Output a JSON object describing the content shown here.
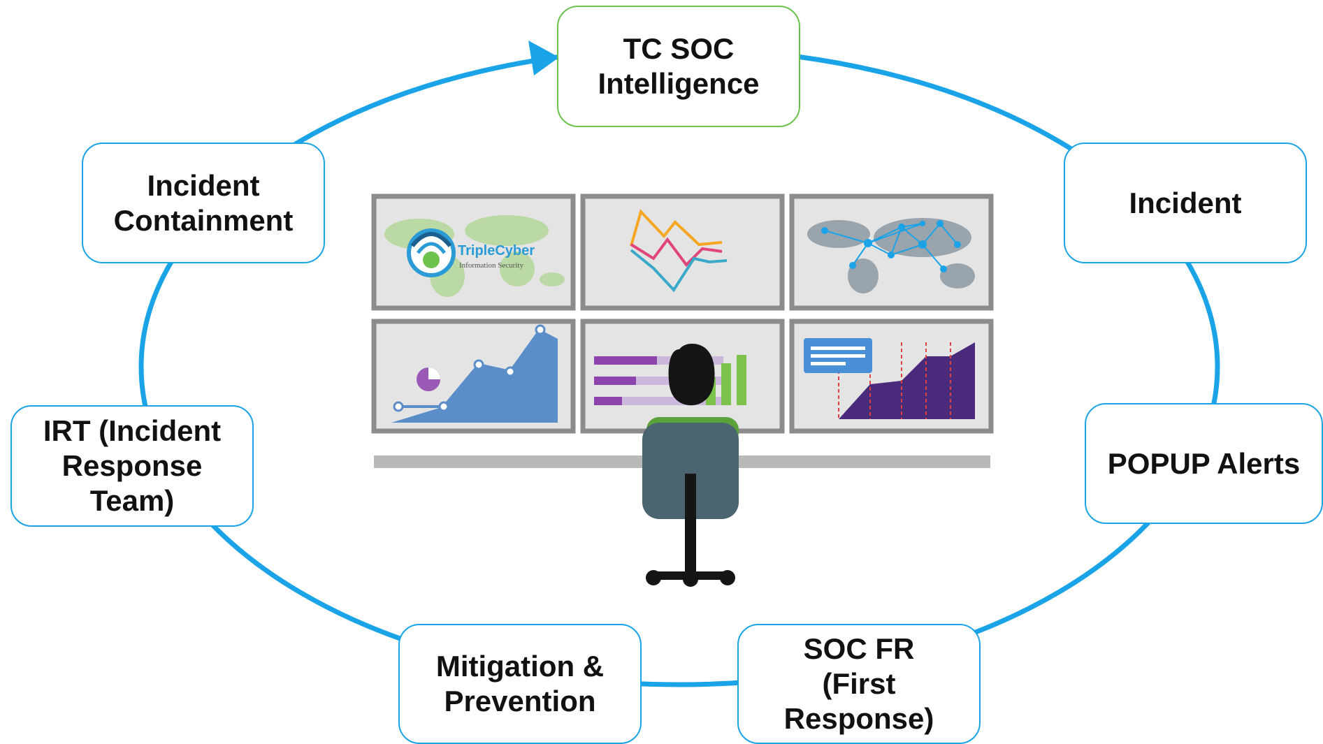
{
  "colors": {
    "cycle_ring": "#1aa3e6",
    "node_border": "#1aa3e6",
    "start_node_border": "#6cc24a",
    "node_text": "#111111",
    "monitor_frame": "#8c8c8c",
    "screen_bg": "#e4e4e4",
    "desk": "#b9b9b9",
    "chair": "#4a6470",
    "shirt": "#5aa23c",
    "hair": "#151515"
  },
  "cycle": {
    "nodes": [
      {
        "id": "intel",
        "lines": [
          "TC SOC",
          "Intelligence"
        ]
      },
      {
        "id": "incident",
        "lines": [
          "Incident"
        ]
      },
      {
        "id": "popup",
        "lines": [
          "POPUP Alerts"
        ]
      },
      {
        "id": "socfr",
        "lines": [
          "SOC FR",
          "(First",
          "Response)"
        ]
      },
      {
        "id": "mitigation",
        "lines": [
          "Mitigation &",
          "Prevention"
        ]
      },
      {
        "id": "irt",
        "lines": [
          "IRT (Incident",
          "Response",
          "Team)"
        ]
      },
      {
        "id": "containment",
        "lines": [
          "Incident",
          "Containment"
        ]
      }
    ],
    "arrow_icon": "arrowhead-right-icon",
    "flow_direction": "clockwise"
  },
  "illustration": {
    "logo_text": "TripleCyber",
    "logo_subtext": "Information Security",
    "icons": [
      "soc-operator-icon",
      "monitor-wall-icon",
      "office-chair-icon"
    ]
  }
}
